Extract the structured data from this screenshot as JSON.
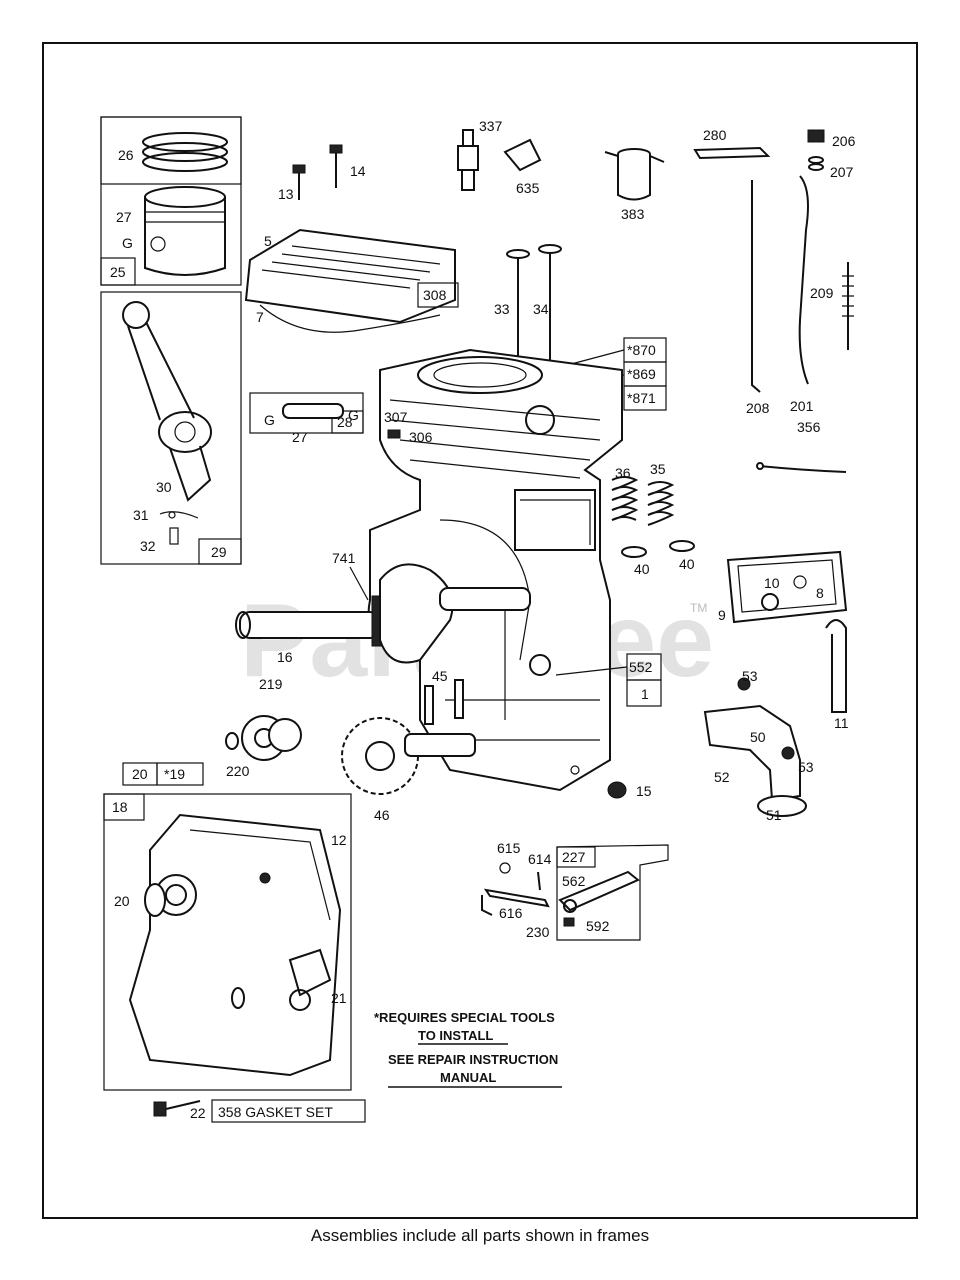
{
  "watermark": "PartsTree",
  "watermark_tm": "TM",
  "caption": "Assemblies include all parts shown in frames",
  "notes": {
    "special_tools_line1": "*REQUIRES SPECIAL TOOLS",
    "special_tools_line2": "TO INSTALL",
    "repair_line1": "SEE REPAIR INSTRUCTION",
    "repair_line2": "MANUAL"
  },
  "boxed_refs": {
    "b25": "25",
    "b308": "308",
    "b28": "28",
    "b29": "29",
    "b870": "*870",
    "b869": "*869",
    "b871": "*871",
    "b552": "552",
    "b1": "1",
    "b20": "20",
    "b19": "*19",
    "b18": "18",
    "b227": "227",
    "b358": "358 GASKET SET"
  },
  "labels": {
    "l26": "26",
    "l27a": "27",
    "l13": "13",
    "l14": "14",
    "l337": "337",
    "l635": "635",
    "l383": "383",
    "l280": "280",
    "l206": "206",
    "l207": "207",
    "l209": "209",
    "l5": "5",
    "l7": "7",
    "l33": "33",
    "l34": "34",
    "l208": "208",
    "l201": "201",
    "l307": "307",
    "l27b": "27",
    "l306": "306",
    "l30": "30",
    "l31": "31",
    "l32": "32",
    "l36": "36",
    "l35": "35",
    "l356": "356",
    "l40a": "40",
    "l40b": "40",
    "l741": "741",
    "l10": "10",
    "l8": "8",
    "l9": "9",
    "l16": "16",
    "l11": "11",
    "l219": "219",
    "l45": "45",
    "l53a": "53",
    "l50": "50",
    "l53b": "53",
    "l220": "220",
    "l52": "52",
    "l51": "51",
    "l15": "15",
    "l46": "46",
    "l12": "12",
    "l20": "20",
    "l21": "21",
    "l615": "615",
    "l614": "614",
    "l562": "562",
    "l616": "616",
    "l230": "230",
    "l592": "592",
    "l22": "22"
  }
}
